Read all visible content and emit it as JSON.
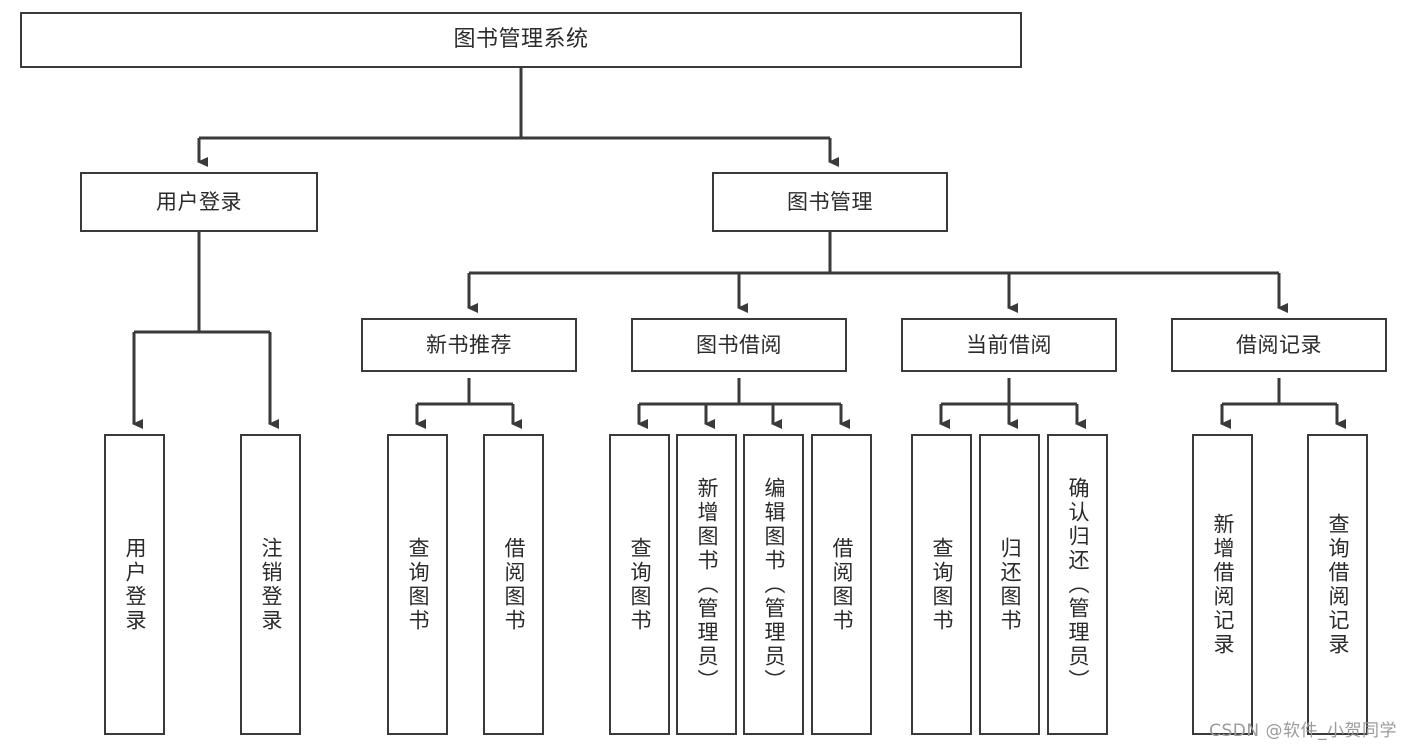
{
  "diagram": {
    "type": "tree",
    "title": "图书管理系统",
    "orientation": "top-down",
    "style": {
      "box_border_color": "#3a3a3a",
      "box_fill_color": "#ffffff",
      "edge_color": "#3a3a3a",
      "text_color": "#2b2b2b",
      "background_color": "#ffffff",
      "arrowheads": "filled-triangle-down"
    },
    "root": {
      "id": "root",
      "label": "图书管理系统"
    },
    "level1": [
      {
        "id": "user-login",
        "label": "用户登录"
      },
      {
        "id": "book-manage",
        "label": "图书管理"
      }
    ],
    "level2": [
      {
        "id": "new-book-rec",
        "label": "新书推荐",
        "parent": "book-manage"
      },
      {
        "id": "book-borrow",
        "label": "图书借阅",
        "parent": "book-manage"
      },
      {
        "id": "current-borrow",
        "label": "当前借阅",
        "parent": "book-manage"
      },
      {
        "id": "borrow-record",
        "label": "借阅记录",
        "parent": "book-manage"
      }
    ],
    "leaves": [
      {
        "id": "leaf-user-login",
        "label": "用户登录",
        "parent": "user-login"
      },
      {
        "id": "leaf-logout",
        "label": "注销登录",
        "parent": "user-login"
      },
      {
        "id": "leaf-query-book-1",
        "label": "查询图书",
        "parent": "new-book-rec"
      },
      {
        "id": "leaf-borrow-book-1",
        "label": "借阅图书",
        "parent": "new-book-rec"
      },
      {
        "id": "leaf-query-book-2",
        "label": "查询图书",
        "parent": "book-borrow"
      },
      {
        "id": "leaf-add-book",
        "label": "新增图书（管理员）",
        "parent": "book-borrow"
      },
      {
        "id": "leaf-edit-book",
        "label": "编辑图书（管理员）",
        "parent": "book-borrow"
      },
      {
        "id": "leaf-borrow-book-2",
        "label": "借阅图书",
        "parent": "book-borrow"
      },
      {
        "id": "leaf-query-book-3",
        "label": "查询图书",
        "parent": "current-borrow"
      },
      {
        "id": "leaf-return-book",
        "label": "归还图书",
        "parent": "current-borrow"
      },
      {
        "id": "leaf-confirm-return",
        "label": "确认归还（管理员）",
        "parent": "current-borrow"
      },
      {
        "id": "leaf-add-record",
        "label": "新增借阅记录",
        "parent": "borrow-record"
      },
      {
        "id": "leaf-query-record",
        "label": "查询借阅记录",
        "parent": "borrow-record"
      }
    ]
  },
  "watermark": {
    "text": "CSDN @软件_小贺同学"
  }
}
